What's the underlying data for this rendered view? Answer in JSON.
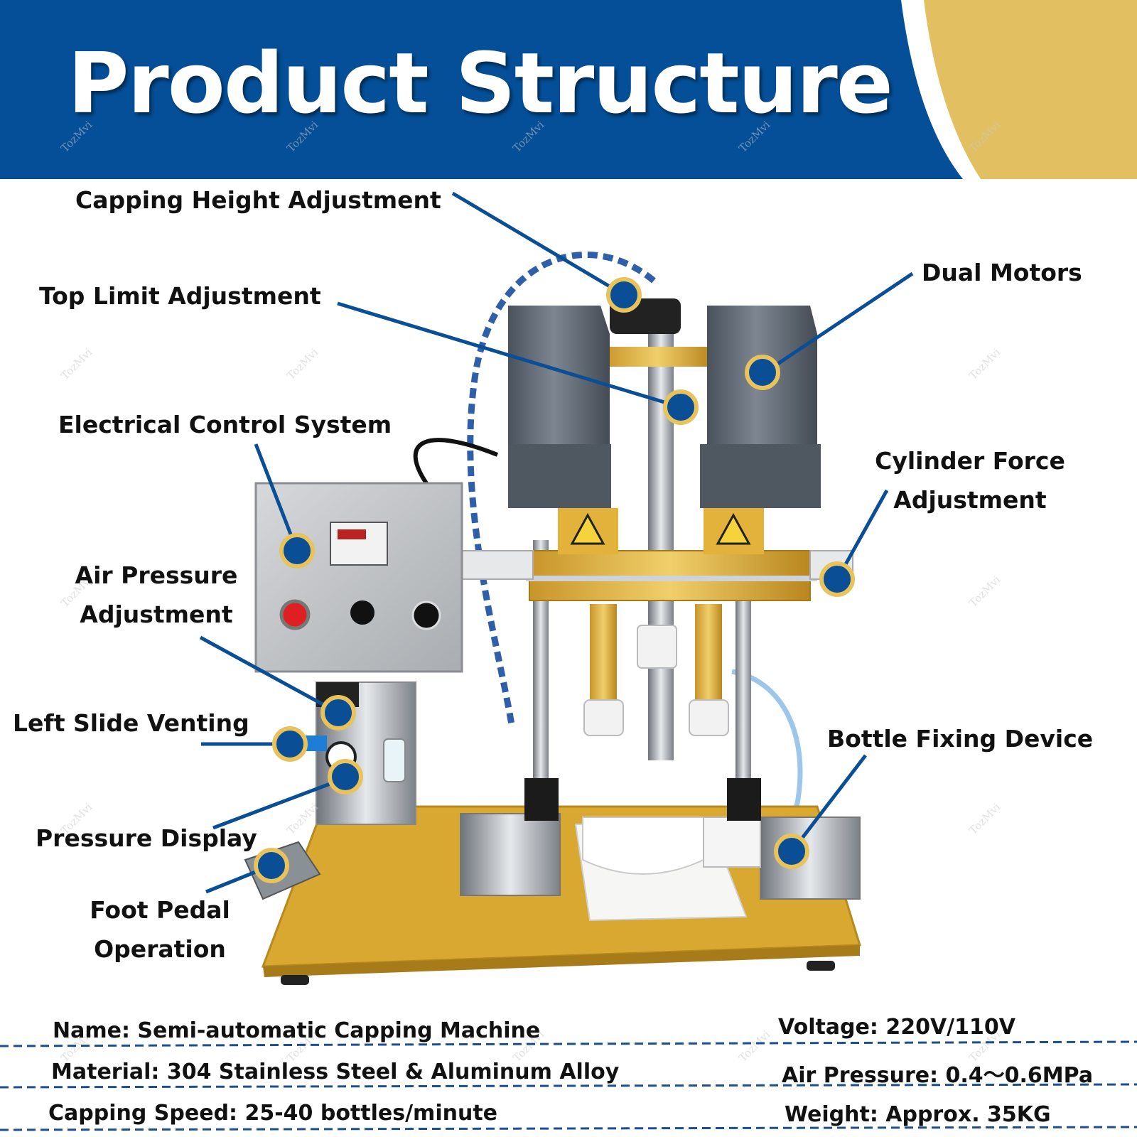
{
  "header": {
    "title": "Product Structure",
    "band_color": "#044f97",
    "accent_color": "#e2c062"
  },
  "callouts": [
    {
      "id": "capping-height",
      "label": "Capping Height Adjustment"
    },
    {
      "id": "top-limit",
      "label": "Top Limit Adjustment"
    },
    {
      "id": "electrical-control",
      "label": "Electrical Control System"
    },
    {
      "id": "air-pressure",
      "label": "Air Pressure Adjustment"
    },
    {
      "id": "left-slide",
      "label": "Left Slide Venting"
    },
    {
      "id": "pressure-display",
      "label": "Pressure Display"
    },
    {
      "id": "foot-pedal",
      "label": "Foot Pedal Operation"
    },
    {
      "id": "dual-motors",
      "label": "Dual Motors"
    },
    {
      "id": "cylinder-force",
      "label": "Cylinder Force Adjustment"
    },
    {
      "id": "bottle-fixing",
      "label": "Bottle Fixing Device"
    }
  ],
  "specs": {
    "name": "Name: Semi-automatic Capping Machine",
    "material": "Material: 304 Stainless Steel & Aluminum Alloy",
    "speed": "Capping Speed: 25-40 bottles/minute",
    "voltage": "Voltage: 220V/110V",
    "air_pressure": "Air Pressure: 0.4～0.6MPa",
    "weight": "Weight: Approx. 35KG"
  },
  "watermark": "TozMvi",
  "colors": {
    "marker_fill": "#0a4f96",
    "marker_ring": "#e8c25b",
    "leader_line": "#0a4f96",
    "machine_gold": "#d9a830",
    "motor_gray": "#5b6470"
  }
}
